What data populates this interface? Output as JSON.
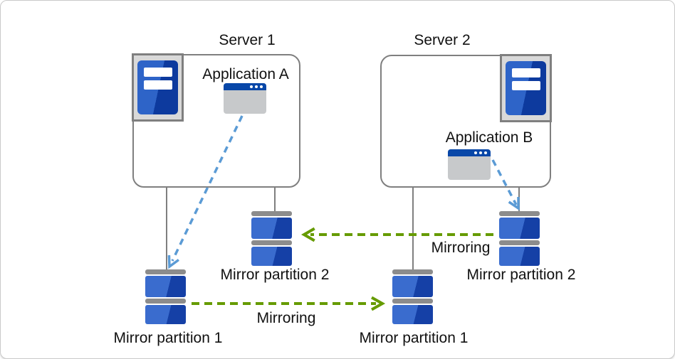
{
  "servers": [
    {
      "title": "Server 1",
      "app": "Application A"
    },
    {
      "title": "Server 2",
      "app": "Application B"
    }
  ],
  "partitions": {
    "left_p1": "Mirror partition 1",
    "left_p2": "Mirror partition 2",
    "right_p1": "Mirror partition 1",
    "right_p2": "Mirror partition 2"
  },
  "arrows": {
    "mirroring_bottom": "Mirroring",
    "mirroring_top": "Mirroring"
  },
  "icons": {
    "server": "server-icon",
    "application_window": "app-window-icon",
    "mirror_partition_disk": "disk-icon",
    "app_access_arrow": "blue-dashed-arrow",
    "mirroring_arrow": "green-dashed-arrow"
  },
  "colors": {
    "arrow_blue": "#5B9BD5",
    "arrow_green": "#669B00",
    "server_blue_light": "#2E64C8",
    "server_blue_dark": "#0D3A9E",
    "disk_blue_light": "#3A6CCE",
    "disk_blue_dark": "#1540A6",
    "window_titlebar": "#0847A8",
    "window_body": "#C7C9CB",
    "hardware_gray": "#8C8C8C",
    "outline_gray": "#7F7F7F",
    "frame_fill": "#D9D9D9",
    "text": "#111111"
  }
}
